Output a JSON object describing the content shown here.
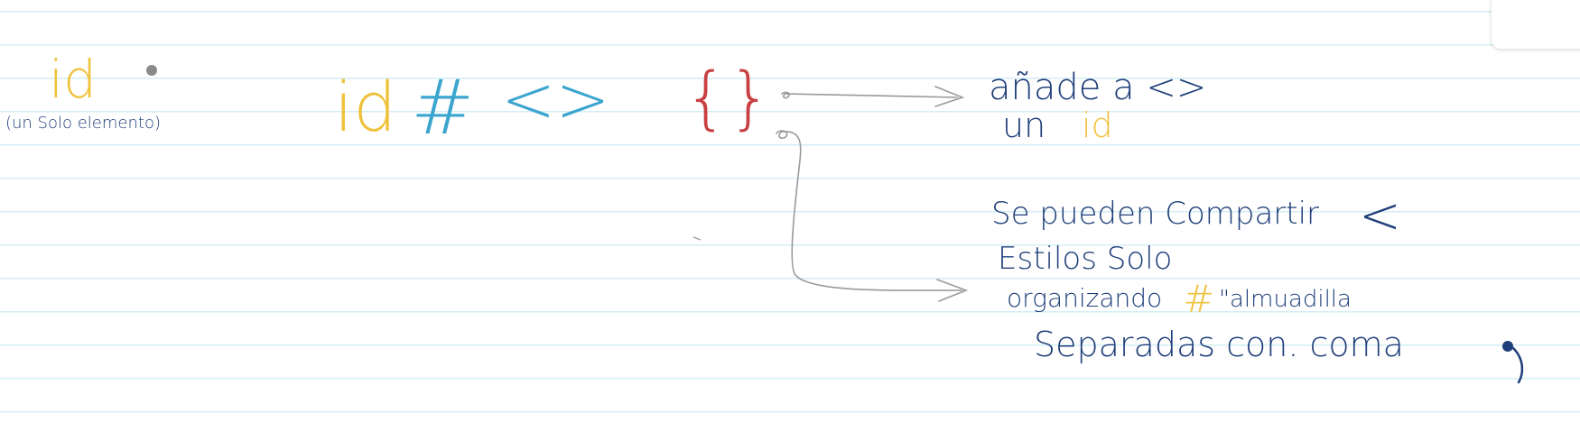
{
  "note": {
    "id_label": "id",
    "single_element": "(un Solo elemento)",
    "symbol_id": "id",
    "symbol_hash": "#",
    "symbol_angles": "<>",
    "symbol_braces": "{}",
    "adds_line1": "añade a <>",
    "adds_line2_prefix": "un",
    "adds_line2_id": "id",
    "share_line1": "Se pueden Compartir",
    "share_symbol": "<",
    "share_line2": "Estilos Solo",
    "share_line3_prefix": "organizando",
    "share_line3_hash": "#",
    "share_line3_suffix": "\"almuadilla",
    "share_line4": "Separadas con. coma"
  },
  "colors": {
    "yellow": "#f0c23c",
    "blue": "#3ba5cf",
    "red": "#c94042",
    "navy": "#1f3f7a",
    "gray": "#9a9a9a",
    "rule": "#d3eef4"
  }
}
